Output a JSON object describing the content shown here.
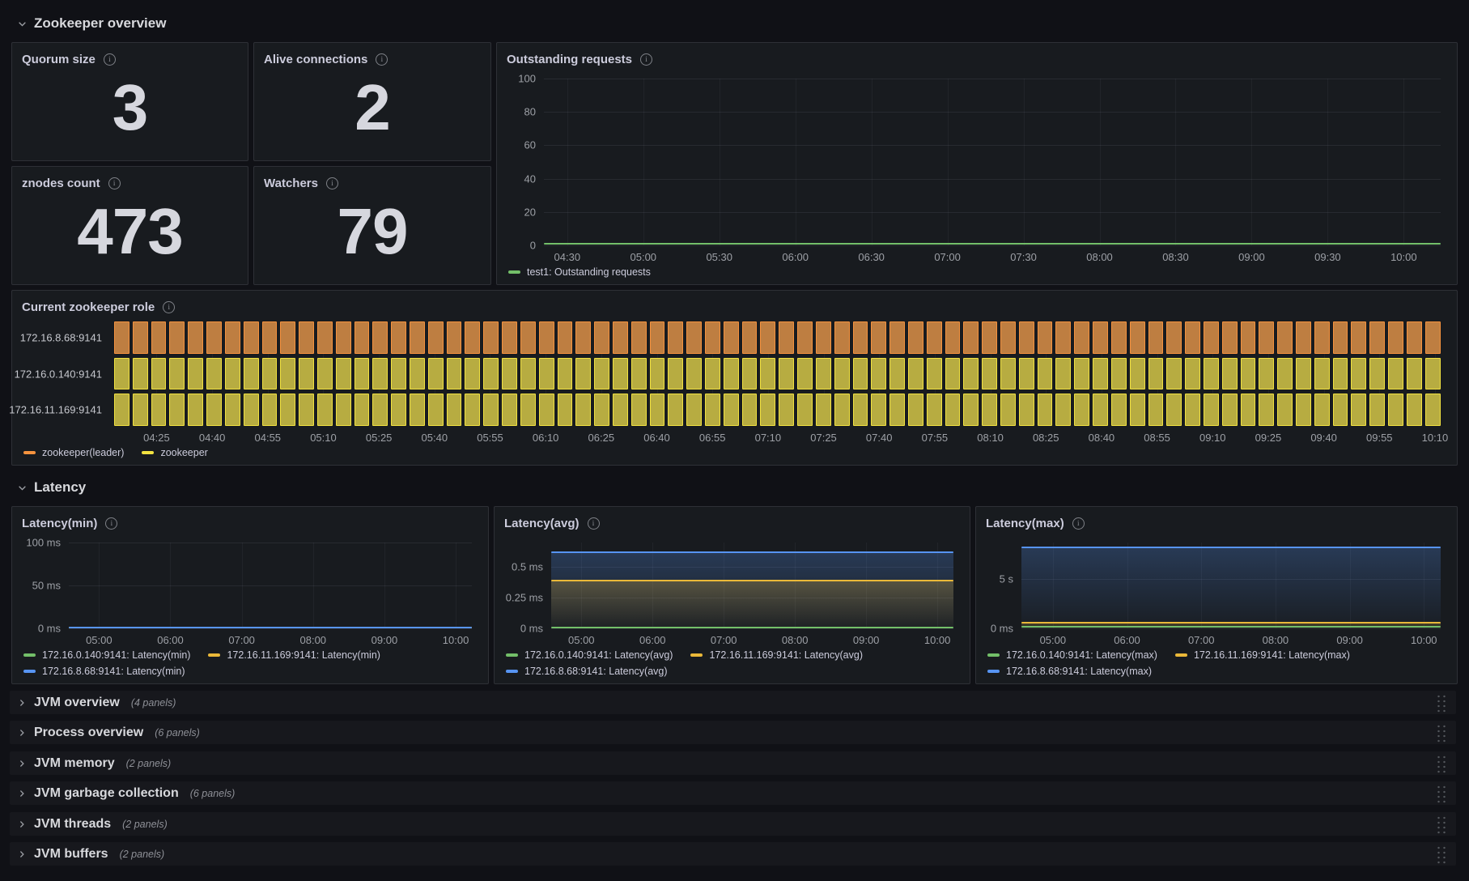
{
  "sections": {
    "overview": {
      "title": "Zookeeper overview"
    },
    "latency": {
      "title": "Latency"
    }
  },
  "stat_panels": [
    {
      "title": "Quorum size",
      "value": "3"
    },
    {
      "title": "Alive connections",
      "value": "2"
    },
    {
      "title": "znodes count",
      "value": "473"
    },
    {
      "title": "Watchers",
      "value": "79"
    }
  ],
  "colors": {
    "green": "#73BF69",
    "yellow": "#EAB839",
    "blue": "#5794F2",
    "orange": "#F5923E",
    "lemon": "#F2E240",
    "orange_fill": "#BE7E41",
    "lemon_fill": "#B7AC41"
  },
  "chart_data": [
    {
      "id": "outstanding",
      "type": "line",
      "title": "Outstanding requests",
      "ylim": [
        0,
        100
      ],
      "yticks": [
        {
          "v": 100,
          "label": "100"
        },
        {
          "v": 80,
          "label": "80"
        },
        {
          "v": 60,
          "label": "60"
        },
        {
          "v": 40,
          "label": "40"
        },
        {
          "v": 20,
          "label": "20"
        },
        {
          "v": 0,
          "label": "0"
        }
      ],
      "xticks": [
        "04:30",
        "05:00",
        "05:30",
        "06:00",
        "06:30",
        "07:00",
        "07:30",
        "08:00",
        "08:30",
        "09:00",
        "09:30",
        "10:00"
      ],
      "series": [
        {
          "name": "test1: Outstanding requests",
          "color": "green",
          "value": 0,
          "fill": false
        }
      ],
      "legend": [
        {
          "label": "test1: Outstanding requests",
          "color": "green"
        }
      ]
    },
    {
      "id": "role",
      "type": "state-timeline",
      "title": "Current zookeeper role",
      "segments": 72,
      "rows": [
        {
          "host": "172.16.8.68:9141",
          "state": "zookeeper(leader)",
          "color": "orange"
        },
        {
          "host": "172.16.0.140:9141",
          "state": "zookeeper",
          "color": "lemon"
        },
        {
          "host": "172.16.11.169:9141",
          "state": "zookeeper",
          "color": "lemon"
        }
      ],
      "xticks": [
        "04:25",
        "04:40",
        "04:55",
        "05:10",
        "05:25",
        "05:40",
        "05:55",
        "06:10",
        "06:25",
        "06:40",
        "06:55",
        "07:10",
        "07:25",
        "07:40",
        "07:55",
        "08:10",
        "08:25",
        "08:40",
        "08:55",
        "09:10",
        "09:25",
        "09:40",
        "09:55",
        "10:10"
      ],
      "legend": [
        {
          "label": "zookeeper(leader)",
          "color": "orange"
        },
        {
          "label": "zookeeper",
          "color": "lemon"
        }
      ]
    },
    {
      "id": "lat_min",
      "type": "line",
      "title": "Latency(min)",
      "ylim": [
        0,
        100
      ],
      "yticks": [
        {
          "v": 100,
          "label": "100 ms"
        },
        {
          "v": 50,
          "label": "50 ms"
        },
        {
          "v": 0,
          "label": "0 ms"
        }
      ],
      "xticks": [
        "05:00",
        "06:00",
        "07:00",
        "08:00",
        "09:00",
        "10:00"
      ],
      "series": [
        {
          "name": "172.16.0.140:9141: Latency(min)",
          "color": "green",
          "value": 0,
          "fill": false
        },
        {
          "name": "172.16.11.169:9141: Latency(min)",
          "color": "yellow",
          "value": 0,
          "fill": false
        },
        {
          "name": "172.16.8.68:9141: Latency(min)",
          "color": "blue",
          "value": 0,
          "fill": false
        }
      ],
      "legend": [
        {
          "label": "172.16.0.140:9141: Latency(min)",
          "color": "green"
        },
        {
          "label": "172.16.11.169:9141: Latency(min)",
          "color": "yellow"
        },
        {
          "label": "172.16.8.68:9141: Latency(min)",
          "color": "blue"
        }
      ]
    },
    {
      "id": "lat_avg",
      "type": "line",
      "title": "Latency(avg)",
      "ylim": [
        0,
        0.7
      ],
      "yticks": [
        {
          "v": 0.5,
          "label": "0.5 ms"
        },
        {
          "v": 0.25,
          "label": "0.25 ms"
        },
        {
          "v": 0,
          "label": "0 ms"
        }
      ],
      "xticks": [
        "05:00",
        "06:00",
        "07:00",
        "08:00",
        "09:00",
        "10:00"
      ],
      "series": [
        {
          "name": "172.16.8.68:9141: Latency(avg)",
          "color": "blue",
          "value": 0.62,
          "fill": true
        },
        {
          "name": "172.16.11.169:9141: Latency(avg)",
          "color": "yellow",
          "value": 0.39,
          "fill": true
        },
        {
          "name": "172.16.0.140:9141: Latency(avg)",
          "color": "green",
          "value": 0,
          "fill": false
        }
      ],
      "legend": [
        {
          "label": "172.16.0.140:9141: Latency(avg)",
          "color": "green"
        },
        {
          "label": "172.16.11.169:9141: Latency(avg)",
          "color": "yellow"
        },
        {
          "label": "172.16.8.68:9141: Latency(avg)",
          "color": "blue"
        }
      ]
    },
    {
      "id": "lat_max",
      "type": "line",
      "title": "Latency(max)",
      "ylim": [
        0,
        8.7
      ],
      "yticks": [
        {
          "v": 5,
          "label": "5 s"
        },
        {
          "v": 0,
          "label": "0 ms"
        }
      ],
      "xticks": [
        "05:00",
        "06:00",
        "07:00",
        "08:00",
        "09:00",
        "10:00"
      ],
      "series": [
        {
          "name": "172.16.8.68:9141: Latency(max)",
          "color": "blue",
          "value": 8.2,
          "fill": true
        },
        {
          "name": "172.16.11.169:9141: Latency(max)",
          "color": "yellow",
          "value": 0.55,
          "fill": true
        },
        {
          "name": "172.16.0.140:9141: Latency(max)",
          "color": "green",
          "value": 0.13,
          "fill": false
        }
      ],
      "legend": [
        {
          "label": "172.16.0.140:9141: Latency(max)",
          "color": "green"
        },
        {
          "label": "172.16.11.169:9141: Latency(max)",
          "color": "yellow"
        },
        {
          "label": "172.16.8.68:9141: Latency(max)",
          "color": "blue"
        }
      ]
    }
  ],
  "collapsed_rows": [
    {
      "title": "JVM overview",
      "count": "(4 panels)"
    },
    {
      "title": "Process overview",
      "count": "(6 panels)"
    },
    {
      "title": "JVM memory",
      "count": "(2 panels)"
    },
    {
      "title": "JVM garbage collection",
      "count": "(6 panels)"
    },
    {
      "title": "JVM threads",
      "count": "(2 panels)"
    },
    {
      "title": "JVM buffers",
      "count": "(2 panels)"
    }
  ]
}
